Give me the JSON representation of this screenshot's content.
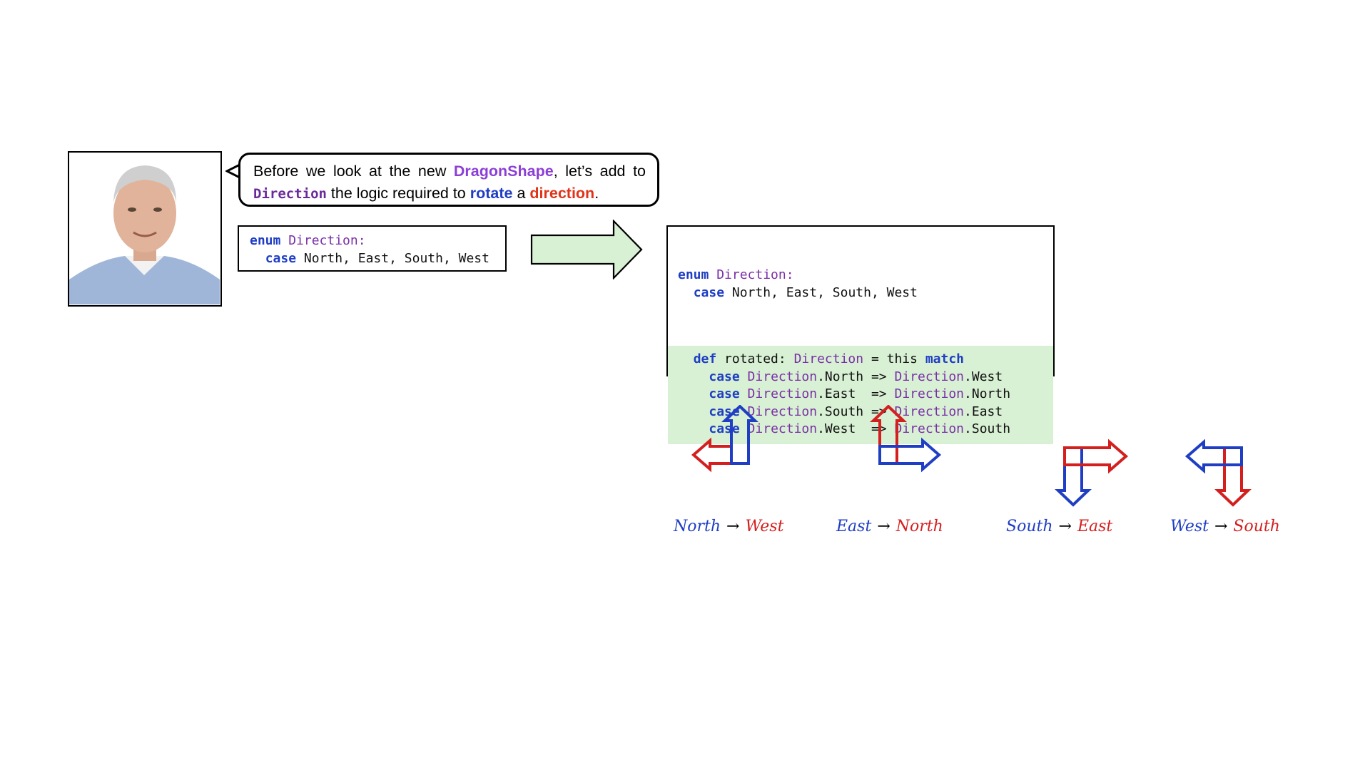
{
  "speech": {
    "line1": {
      "a": "Before we look at the new ",
      "dragon": "DragonShape",
      "b": ", let’s add to"
    },
    "line2": {
      "direction_code": "Direction",
      "a": " the logic required to ",
      "rotate": "rotate",
      "b": " a ",
      "direction": "direction",
      "end": "."
    }
  },
  "code_before": {
    "l1": {
      "kw": "enum",
      "type": " Direction",
      "rest": ":"
    },
    "l2": {
      "indent": "  ",
      "kw": "case",
      "rest": " North, East, South, West"
    }
  },
  "code_after": {
    "l1": {
      "kw": "enum",
      "type": " Direction",
      "rest": ":"
    },
    "l2": {
      "indent": "  ",
      "kw": "case",
      "rest": " North, East, South, West"
    },
    "def": {
      "indent": "  ",
      "kw": "def",
      "a": " rotated: ",
      "type": "Direction",
      "b": " = this ",
      "kw2": "match"
    },
    "cases": [
      {
        "indent": "    ",
        "kw": "case",
        "t1": " Direction",
        "m1": ".North",
        "arrow": " => ",
        "t2": "Direction",
        "m2": ".West"
      },
      {
        "indent": "    ",
        "kw": "case",
        "t1": " Direction",
        "m1": ".East ",
        "arrow": " => ",
        "t2": "Direction",
        "m2": ".North"
      },
      {
        "indent": "    ",
        "kw": "case",
        "t1": " Direction",
        "m1": ".South",
        "arrow": " => ",
        "t2": "Direction",
        "m2": ".East"
      },
      {
        "indent": "    ",
        "kw": "case",
        "t1": " Direction",
        "m1": ".West ",
        "arrow": " => ",
        "t2": "Direction",
        "m2": ".South"
      }
    ]
  },
  "rotations": [
    {
      "from": "North",
      "arrow": "→",
      "to": "West"
    },
    {
      "from": "East",
      "arrow": "→",
      "to": "North"
    },
    {
      "from": "South",
      "arrow": "→",
      "to": "East"
    },
    {
      "from": "West",
      "arrow": "→",
      "to": "South"
    }
  ],
  "colors": {
    "blue": "#1f3ec4",
    "red": "#d41f1f",
    "purple": "#7a2fa8",
    "green_fill": "#d8f0d3"
  }
}
